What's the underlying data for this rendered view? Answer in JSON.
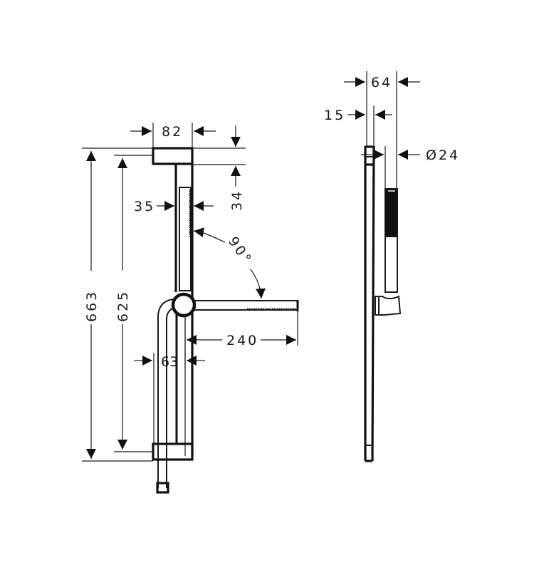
{
  "drawing": {
    "title": "Shower rail set technical drawing",
    "background": "#ffffff",
    "line_color": "#111111",
    "front_view": {
      "dimensions": {
        "overall_height": "663",
        "rail_height": "625",
        "top_width": "82",
        "top_depth": "34",
        "handshower_width": "35",
        "angle": "90°",
        "arm_length": "240",
        "hose_offset": "63"
      }
    },
    "side_view": {
      "dimensions": {
        "overall_depth": "64",
        "rail_depth": "15",
        "handshower_diameter": "Ø24"
      }
    }
  }
}
